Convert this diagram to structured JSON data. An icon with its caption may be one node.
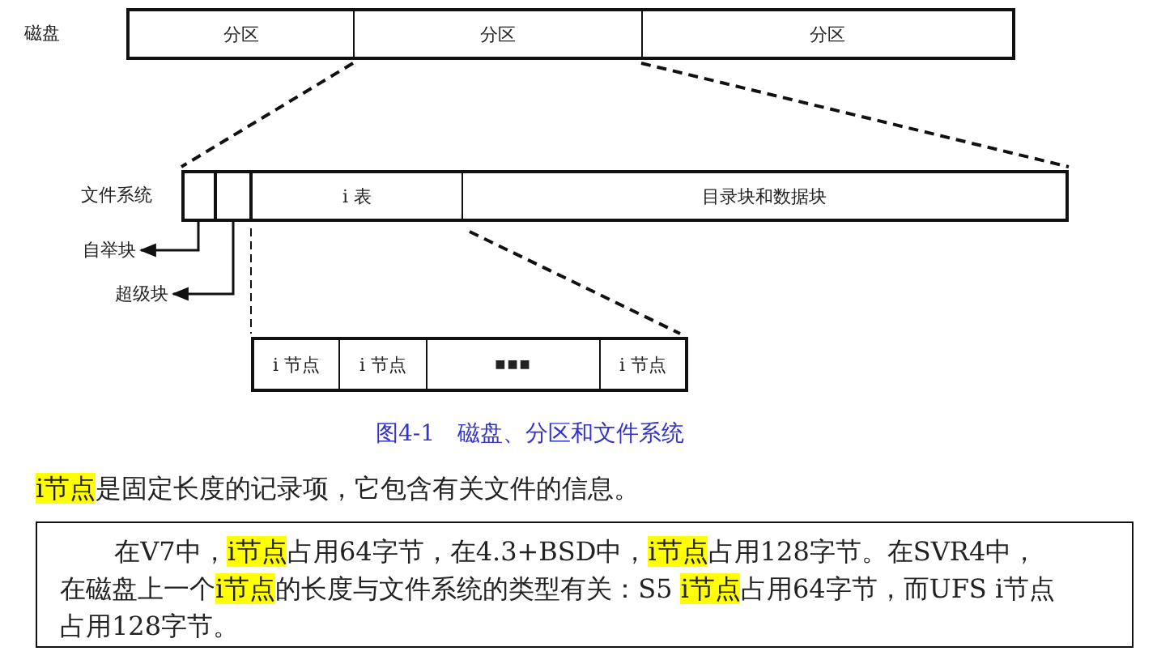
{
  "diagram": {
    "caption": "图4-1　磁盘、分区和文件系统",
    "nodes": [
      {
        "text": [
          "磁盘"
        ]
      },
      {
        "text": [
          "分区"
        ],
        "in": 0
      },
      {
        "text": [
          "分区"
        ],
        "in": 0
      },
      {
        "text": [
          "分区"
        ],
        "in": 0
      },
      {
        "text": [
          "文件系统"
        ]
      },
      {
        "text": [],
        "shape": "box",
        "in": 4
      },
      {
        "text": [],
        "shape": "box",
        "in": 4
      },
      {
        "text": [
          "i 表"
        ],
        "in": 4
      },
      {
        "text": [
          "目录块和数据块"
        ],
        "in": 4
      },
      {
        "text": [
          "自举块"
        ]
      },
      {
        "text": [
          "超级块"
        ]
      },
      {
        "text": [],
        "shape": "box"
      },
      {
        "text": [
          "i 节点"
        ],
        "in": 11
      },
      {
        "text": [
          "i 节点"
        ],
        "in": 11
      },
      {
        "text": [
          "■■■"
        ],
        "in": 11
      },
      {
        "text": [
          "i 节点"
        ],
        "in": 11
      }
    ],
    "edges": [
      {
        "from": 2,
        "to": 4,
        "arrow": "none",
        "style": "dashed"
      },
      {
        "from": 2,
        "to": 4,
        "arrow": "none",
        "style": "dashed"
      },
      {
        "from": 5,
        "to": 9,
        "arrow": "to"
      },
      {
        "from": 6,
        "to": 10,
        "arrow": "to"
      },
      {
        "from": 7,
        "to": 11,
        "arrow": "none",
        "style": "dashed"
      },
      {
        "from": 7,
        "to": 11,
        "arrow": "none",
        "style": "dashed"
      }
    ],
    "labels": [
      "**i节点**是固定长度的记录项，它包含有关文件的信息。",
      "在V7中，**i节点**占用64字节，在4.3+BSD中，**i节点**占用128字节。在SVR4中，在磁盘上一个**i节点**的长度与文件系统的类型有关：S5 **i节点**占用64字节，而UFS i节点占用128字节。"
    ]
  }
}
